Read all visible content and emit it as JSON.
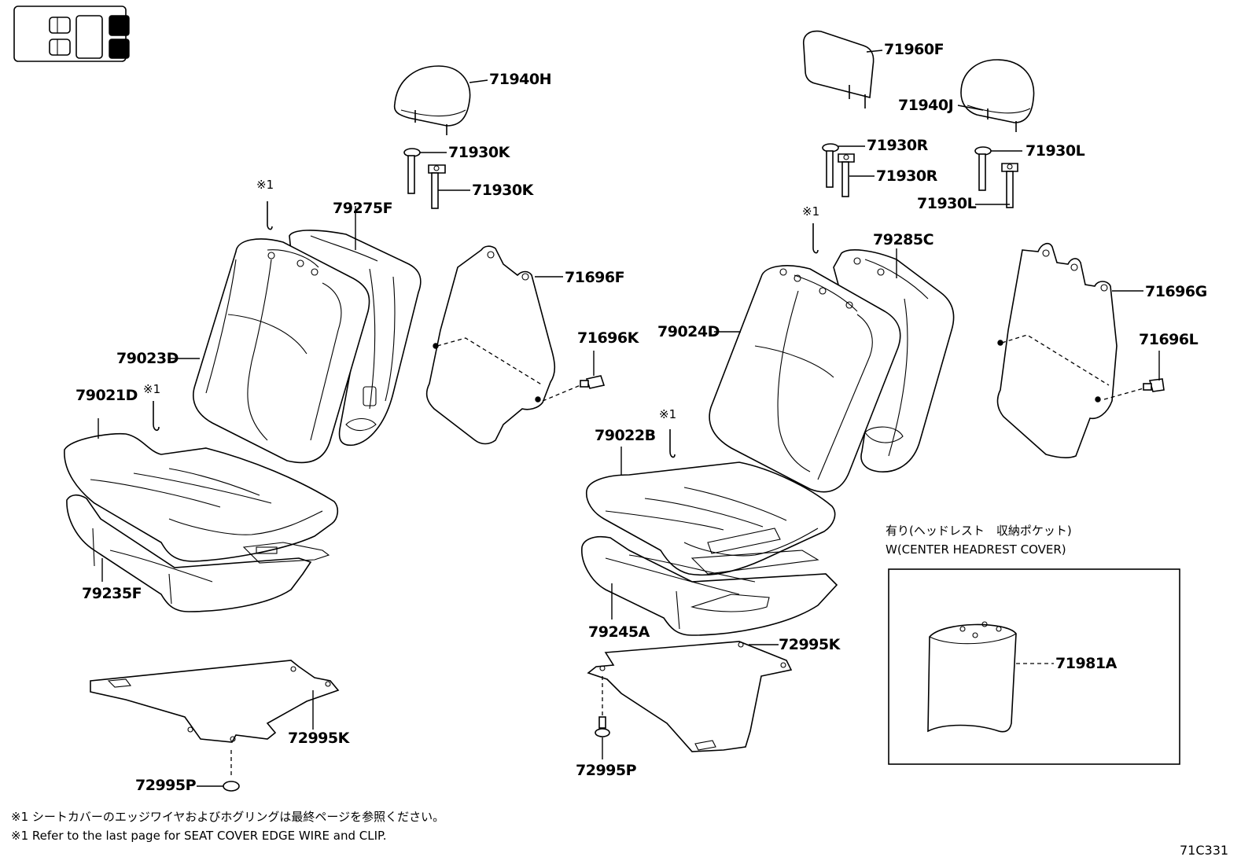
{
  "diagram_code": "71C331",
  "part_labels": {
    "p71940H": "71940H",
    "p71930K_a": "71930K",
    "p71930K_b": "71930K",
    "p79275F": "79275F",
    "p71696F": "71696F",
    "p71696K": "71696K",
    "p79023D": "79023D",
    "p79021D": "79021D",
    "p79235F": "79235F",
    "p72995K_left": "72995K",
    "p72995P_left": "72995P",
    "p71960F": "71960F",
    "p71940J": "71940J",
    "p71930R_a": "71930R",
    "p71930R_b": "71930R",
    "p71930L_a": "71930L",
    "p71930L_b": "71930L",
    "p79285C": "79285C",
    "p71696G": "71696G",
    "p71696L": "71696L",
    "p79024D": "79024D",
    "p79022B": "79022B",
    "p79245A": "79245A",
    "p72995K_right": "72995K",
    "p72995P_right": "72995P",
    "p71981A": "71981A"
  },
  "marks": {
    "m1": "※1",
    "m2": "※1",
    "m3": "※1",
    "m4": "※1"
  },
  "inset": {
    "title_jp": "有り(ヘッドレスト　収納ポケット)",
    "title_en": "W(CENTER HEADREST COVER)"
  },
  "notes": {
    "jp": "※1 シートカバーのエッジワイヤおよびホグリングは最終ページを参照ください。",
    "en": "※1 Refer to the last page for SEAT COVER EDGE WIRE and CLIP."
  },
  "icons": {
    "seat_layout": "seat-layout-icon"
  }
}
